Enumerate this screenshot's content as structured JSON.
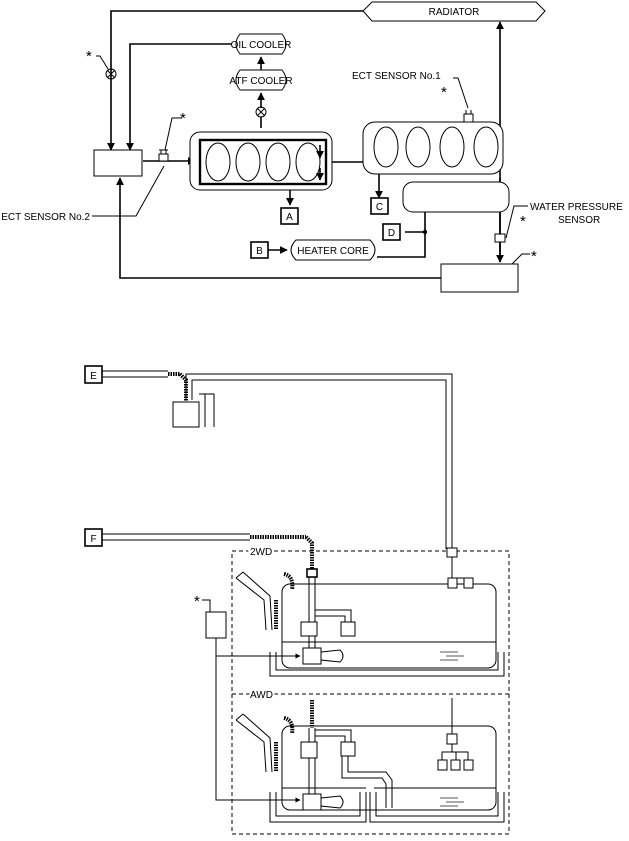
{
  "labels": {
    "radiator": "RADIATOR",
    "oil_cooler": "OIL COOLER",
    "atf_cooler": "ATF COOLER",
    "ect_sensor_1": "ECT SENSOR No.1",
    "ect_sensor_2": "ECT SENSOR No.2",
    "water_pressure_sensor_line1": "WATER PRESSURE",
    "water_pressure_sensor_line2": "SENSOR",
    "heater_core": "HEATER CORE",
    "variant_2wd": "2WD",
    "variant_awd": "AWD",
    "asterisk": "*"
  },
  "connectors": {
    "a": "A",
    "b": "B",
    "c": "C",
    "d": "D",
    "e": "E",
    "f": "F"
  }
}
